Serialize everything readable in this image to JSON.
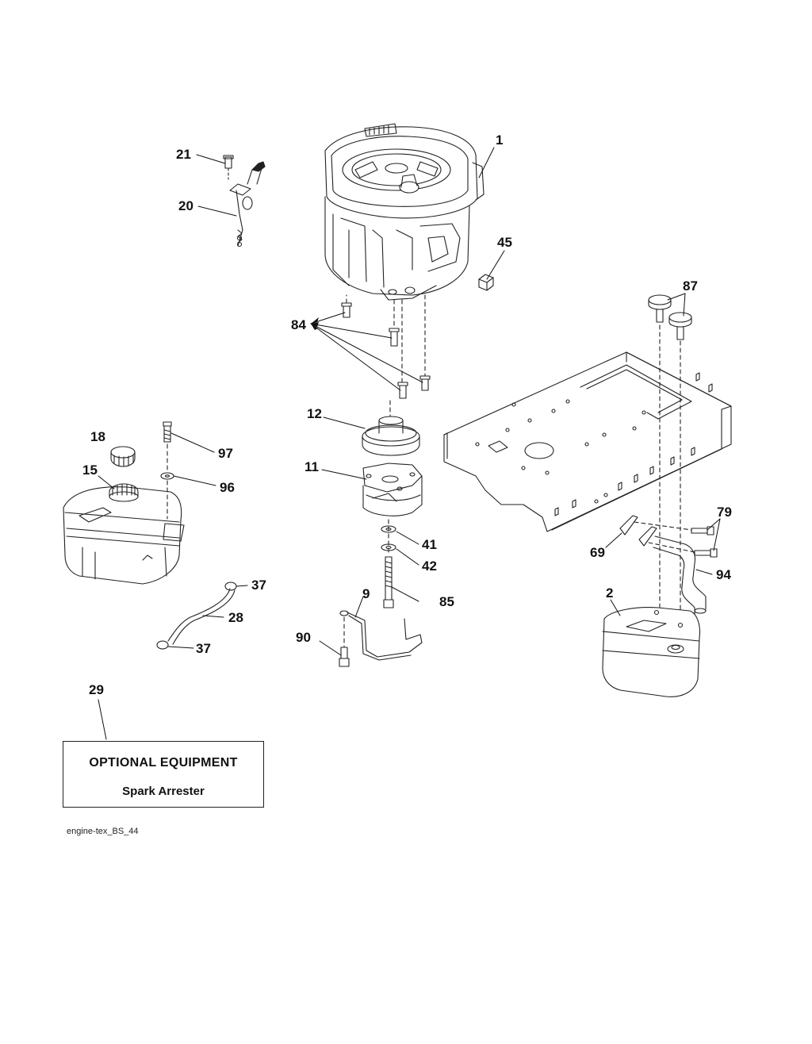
{
  "callouts": {
    "c1": "1",
    "c2": "2",
    "c9": "9",
    "c11": "11",
    "c12": "12",
    "c15": "15",
    "c18": "18",
    "c20": "20",
    "c21": "21",
    "c28": "28",
    "c29": "29",
    "c37a": "37",
    "c37b": "37",
    "c41": "41",
    "c42": "42",
    "c45": "45",
    "c69": "69",
    "c79": "79",
    "c84": "84",
    "c85": "85",
    "c87": "87",
    "c90": "90",
    "c94": "94",
    "c96": "96",
    "c97": "97"
  },
  "optional_box": {
    "title": "OPTIONAL EQUIPMENT",
    "item": "Spark Arrester"
  },
  "drawing_reference": "engine-tex_BS_44"
}
